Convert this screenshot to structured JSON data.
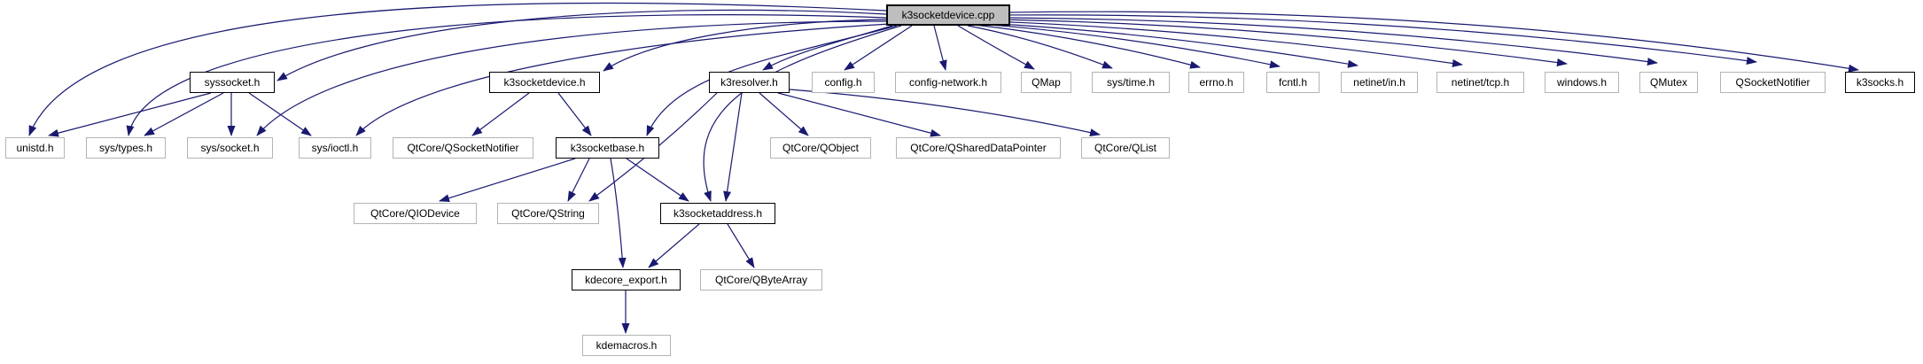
{
  "graph": {
    "title": "k3socketdevice.cpp include dependency graph",
    "background_color": "#ffffff",
    "edge_color": "#191970",
    "root_fill_color": "#bebebe",
    "plain_border_color": "#b4b4b4",
    "linked_border_color": "#000000",
    "nodes": [
      {
        "id": "k3socketdevice.cpp",
        "label": "k3socketdevice.cpp",
        "kind": "root"
      },
      {
        "id": "syssocket.h",
        "label": "syssocket.h",
        "kind": "linked"
      },
      {
        "id": "k3socketdevice.h",
        "label": "k3socketdevice.h",
        "kind": "linked"
      },
      {
        "id": "k3resolver.h",
        "label": "k3resolver.h",
        "kind": "linked"
      },
      {
        "id": "config.h",
        "label": "config.h",
        "kind": "plain"
      },
      {
        "id": "config-network.h",
        "label": "config-network.h",
        "kind": "plain"
      },
      {
        "id": "QMap",
        "label": "QMap",
        "kind": "plain"
      },
      {
        "id": "sys/time.h",
        "label": "sys/time.h",
        "kind": "plain"
      },
      {
        "id": "errno.h",
        "label": "errno.h",
        "kind": "plain"
      },
      {
        "id": "fcntl.h",
        "label": "fcntl.h",
        "kind": "plain"
      },
      {
        "id": "netinet/in.h",
        "label": "netinet/in.h",
        "kind": "plain"
      },
      {
        "id": "netinet/tcp.h",
        "label": "netinet/tcp.h",
        "kind": "plain"
      },
      {
        "id": "windows.h",
        "label": "windows.h",
        "kind": "plain"
      },
      {
        "id": "QMutex",
        "label": "QMutex",
        "kind": "plain"
      },
      {
        "id": "QSocketNotifier",
        "label": "QSocketNotifier",
        "kind": "plain"
      },
      {
        "id": "k3socks.h",
        "label": "k3socks.h",
        "kind": "linked"
      },
      {
        "id": "unistd.h",
        "label": "unistd.h",
        "kind": "plain"
      },
      {
        "id": "sys/types.h",
        "label": "sys/types.h",
        "kind": "plain"
      },
      {
        "id": "sys/socket.h",
        "label": "sys/socket.h",
        "kind": "plain"
      },
      {
        "id": "sys/ioctl.h",
        "label": "sys/ioctl.h",
        "kind": "plain"
      },
      {
        "id": "QtCore/QSocketNotifier",
        "label": "QtCore/QSocketNotifier",
        "kind": "plain"
      },
      {
        "id": "k3socketbase.h",
        "label": "k3socketbase.h",
        "kind": "linked"
      },
      {
        "id": "QtCore/QObject",
        "label": "QtCore/QObject",
        "kind": "plain"
      },
      {
        "id": "QtCore/QSharedDataPointer",
        "label": "QtCore/QSharedDataPointer",
        "kind": "plain"
      },
      {
        "id": "QtCore/QList",
        "label": "QtCore/QList",
        "kind": "plain"
      },
      {
        "id": "QtCore/QIODevice",
        "label": "QtCore/QIODevice",
        "kind": "plain"
      },
      {
        "id": "QtCore/QString",
        "label": "QtCore/QString",
        "kind": "plain"
      },
      {
        "id": "k3socketaddress.h",
        "label": "k3socketaddress.h",
        "kind": "linked"
      },
      {
        "id": "kdecore_export.h",
        "label": "kdecore_export.h",
        "kind": "linked"
      },
      {
        "id": "QtCore/QByteArray",
        "label": "QtCore/QByteArray",
        "kind": "plain"
      },
      {
        "id": "kdemacros.h",
        "label": "kdemacros.h",
        "kind": "plain"
      }
    ],
    "edges": [
      {
        "from": "k3socketdevice.cpp",
        "to": "syssocket.h"
      },
      {
        "from": "k3socketdevice.cpp",
        "to": "unistd.h"
      },
      {
        "from": "k3socketdevice.cpp",
        "to": "sys/types.h"
      },
      {
        "from": "k3socketdevice.cpp",
        "to": "sys/socket.h"
      },
      {
        "from": "k3socketdevice.cpp",
        "to": "sys/ioctl.h"
      },
      {
        "from": "k3socketdevice.cpp",
        "to": "k3socketdevice.h"
      },
      {
        "from": "k3socketdevice.cpp",
        "to": "k3socketbase.h"
      },
      {
        "from": "k3socketdevice.cpp",
        "to": "k3socketaddress.h"
      },
      {
        "from": "k3socketdevice.cpp",
        "to": "k3resolver.h"
      },
      {
        "from": "k3socketdevice.cpp",
        "to": "config.h"
      },
      {
        "from": "k3socketdevice.cpp",
        "to": "config-network.h"
      },
      {
        "from": "k3socketdevice.cpp",
        "to": "QMap"
      },
      {
        "from": "k3socketdevice.cpp",
        "to": "sys/time.h"
      },
      {
        "from": "k3socketdevice.cpp",
        "to": "errno.h"
      },
      {
        "from": "k3socketdevice.cpp",
        "to": "fcntl.h"
      },
      {
        "from": "k3socketdevice.cpp",
        "to": "netinet/in.h"
      },
      {
        "from": "k3socketdevice.cpp",
        "to": "netinet/tcp.h"
      },
      {
        "from": "k3socketdevice.cpp",
        "to": "windows.h"
      },
      {
        "from": "k3socketdevice.cpp",
        "to": "QMutex"
      },
      {
        "from": "k3socketdevice.cpp",
        "to": "QSocketNotifier"
      },
      {
        "from": "k3socketdevice.cpp",
        "to": "k3socks.h"
      },
      {
        "from": "syssocket.h",
        "to": "unistd.h"
      },
      {
        "from": "syssocket.h",
        "to": "sys/types.h"
      },
      {
        "from": "syssocket.h",
        "to": "sys/socket.h"
      },
      {
        "from": "syssocket.h",
        "to": "sys/ioctl.h"
      },
      {
        "from": "k3socketdevice.h",
        "to": "QtCore/QSocketNotifier"
      },
      {
        "from": "k3socketdevice.h",
        "to": "k3socketbase.h"
      },
      {
        "from": "k3resolver.h",
        "to": "QtCore/QObject"
      },
      {
        "from": "k3resolver.h",
        "to": "QtCore/QSharedDataPointer"
      },
      {
        "from": "k3resolver.h",
        "to": "QtCore/QList"
      },
      {
        "from": "k3resolver.h",
        "to": "k3socketaddress.h"
      },
      {
        "from": "k3resolver.h",
        "to": "QtCore/QString"
      },
      {
        "from": "k3socketbase.h",
        "to": "QtCore/QIODevice"
      },
      {
        "from": "k3socketbase.h",
        "to": "QtCore/QString"
      },
      {
        "from": "k3socketbase.h",
        "to": "k3socketaddress.h"
      },
      {
        "from": "k3socketbase.h",
        "to": "kdecore_export.h"
      },
      {
        "from": "k3socketaddress.h",
        "to": "kdecore_export.h"
      },
      {
        "from": "k3socketaddress.h",
        "to": "QtCore/QByteArray"
      },
      {
        "from": "kdecore_export.h",
        "to": "kdemacros.h"
      }
    ]
  }
}
